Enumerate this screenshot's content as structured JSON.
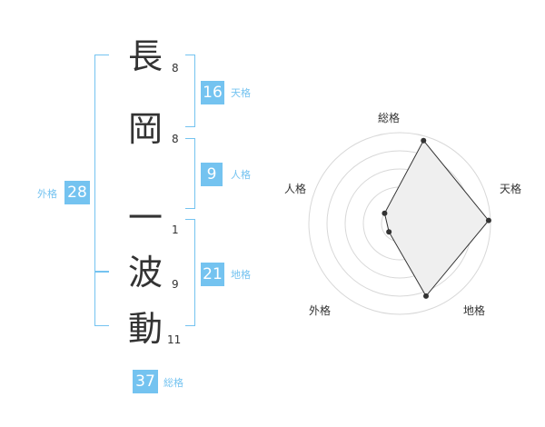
{
  "name": {
    "chars": [
      {
        "char": "長",
        "strokes": "8"
      },
      {
        "char": "岡",
        "strokes": "8"
      },
      {
        "char": "一",
        "strokes": "1"
      },
      {
        "char": "波",
        "strokes": "9"
      },
      {
        "char": "動",
        "strokes": "11"
      }
    ]
  },
  "kakusu": {
    "tenkaku": {
      "value": "16",
      "label": "天格"
    },
    "jinkaku": {
      "value": "9",
      "label": "人格"
    },
    "chikaku": {
      "value": "21",
      "label": "地格"
    },
    "gaikaku": {
      "value": "28",
      "label": "外格"
    },
    "soukaku": {
      "value": "37",
      "label": "総格"
    }
  },
  "colors": {
    "accent": "#74c3f0",
    "text": "#333333",
    "grid": "#d8d8d8",
    "fill": "#efefef"
  },
  "chart_data": {
    "type": "radar",
    "axes": [
      "総格",
      "天格",
      "地格",
      "外格",
      "人格"
    ],
    "values": [
      0.95,
      0.98,
      0.85,
      0.15,
      0.2
    ],
    "rings": 5
  }
}
